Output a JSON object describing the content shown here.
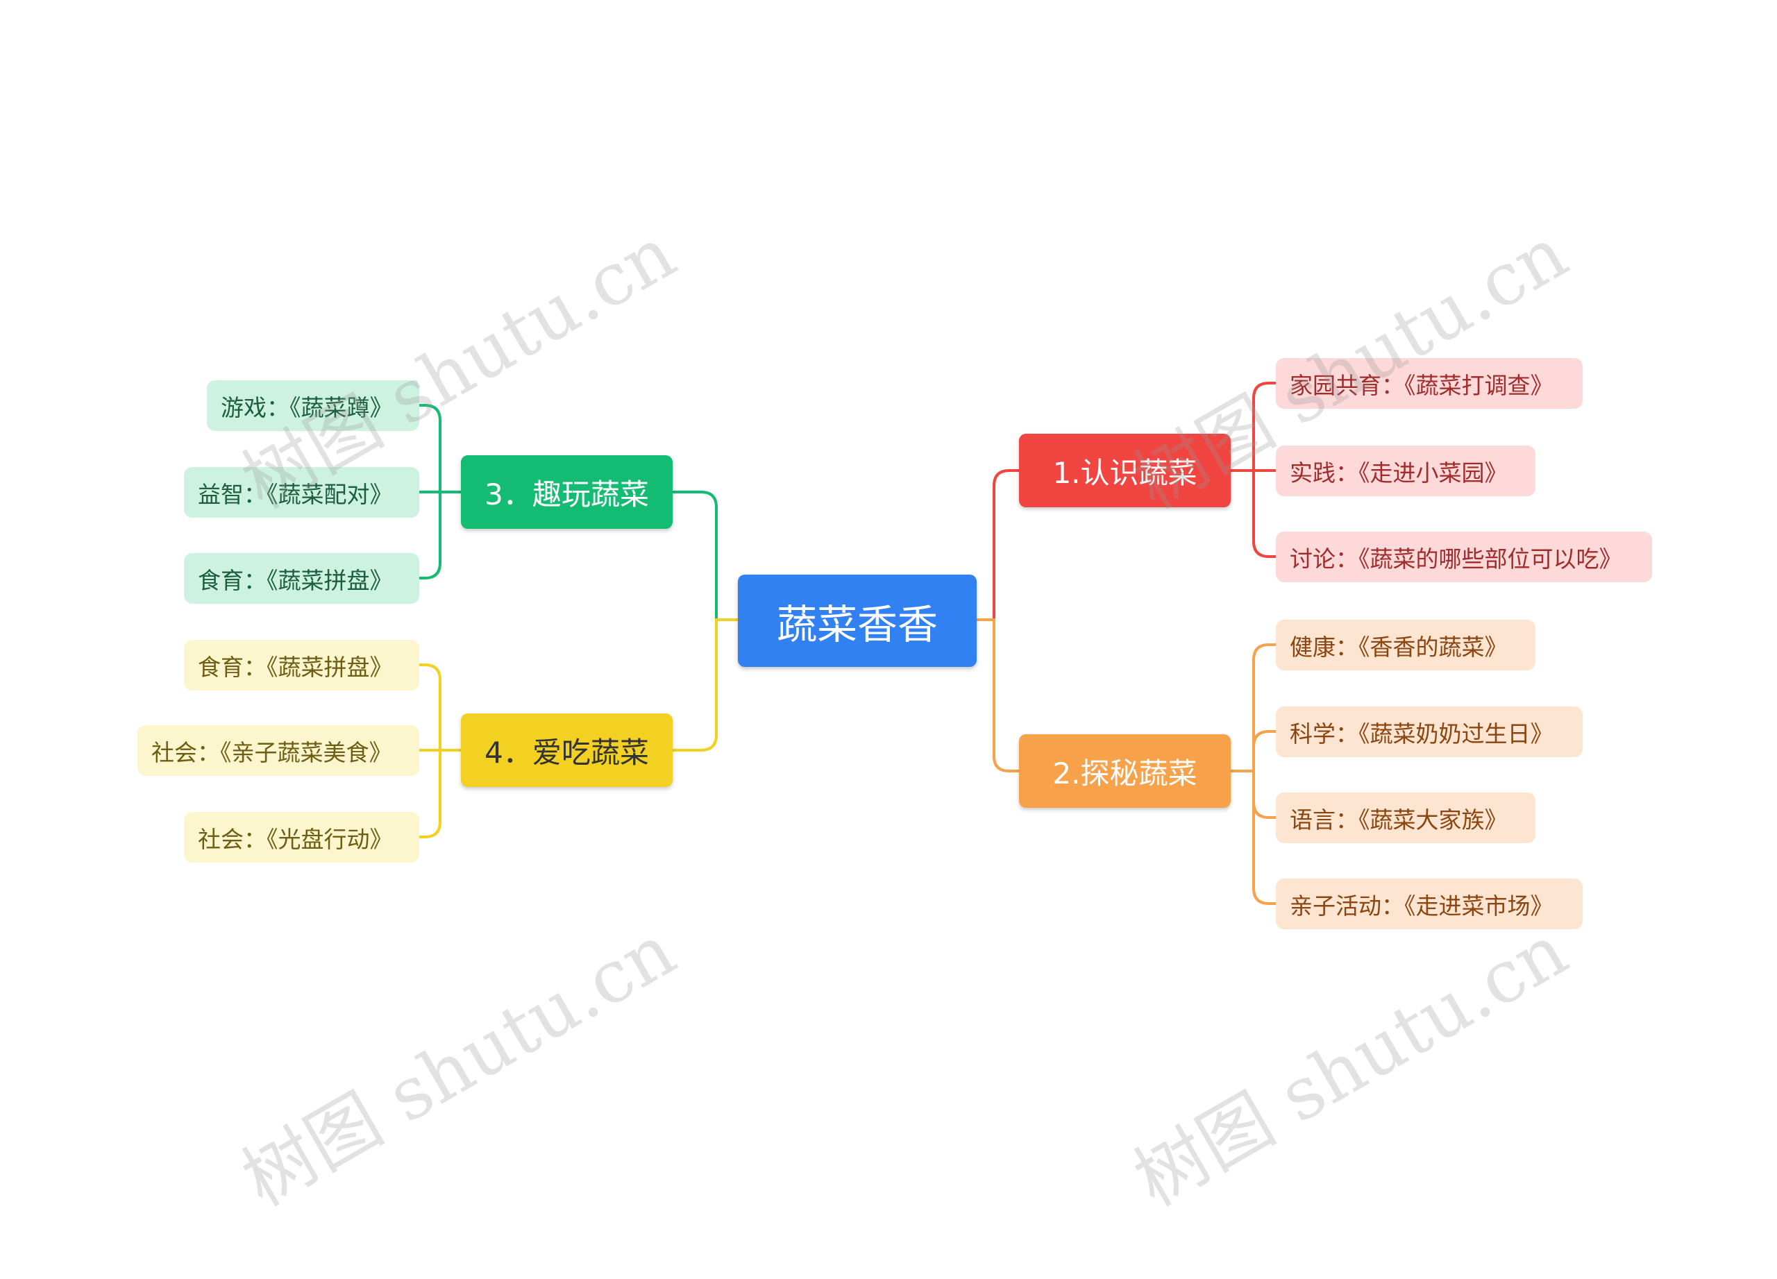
{
  "center": {
    "label": "蔬菜香香"
  },
  "colors": {
    "center": "#3181f2",
    "red": "#f04541",
    "orange": "#f7a14a",
    "green": "#14bb72",
    "yellow": "#f3d122"
  },
  "branches": {
    "b1": {
      "label": "1.认识蔬菜",
      "leaves": [
        "家园共育：《蔬菜打调查》",
        "实践：《走进小菜园》",
        "讨论：《蔬菜的哪些部位可以吃》"
      ]
    },
    "b2": {
      "label": "2.探秘蔬菜",
      "leaves": [
        "健康：《香香的蔬菜》",
        "科学：《蔬菜奶奶过生日》",
        "语言：《蔬菜大家族》",
        "亲子活动：《走进菜市场》"
      ]
    },
    "b3": {
      "label": "3．趣玩蔬菜",
      "leaves": [
        "游戏：《蔬菜蹲》",
        "益智：《蔬菜配对》",
        "食育：《蔬菜拼盘》"
      ]
    },
    "b4": {
      "label": "4．爱吃蔬菜",
      "leaves": [
        "食育：《蔬菜拼盘》",
        "社会：《亲子蔬菜美食》",
        "社会：《光盘行动》"
      ]
    }
  },
  "watermark": "树图 shutu.cn"
}
